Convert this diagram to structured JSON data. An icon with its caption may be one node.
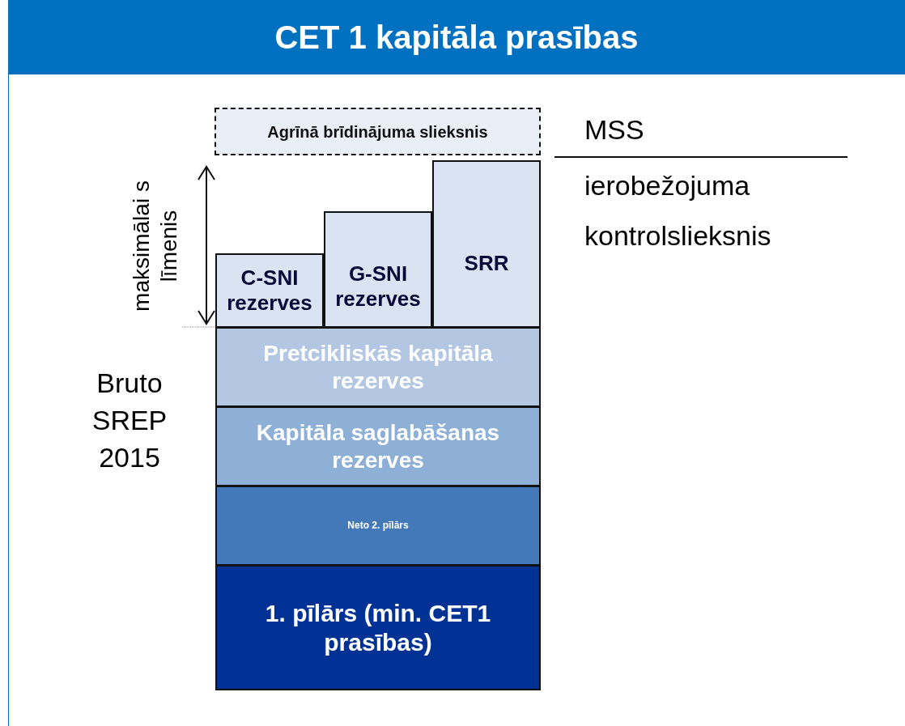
{
  "diagram": {
    "title": "CET 1 kapitāla prasības",
    "nodes": [
      {
        "text": [
          "Agrīnā brīdinājuma slieksnis"
        ]
      },
      {
        "text": [
          "C-SNI rezerves"
        ]
      },
      {
        "text": [
          "G-SNI rezerves"
        ]
      },
      {
        "text": [
          "SRR"
        ]
      },
      {
        "text": [
          "Pretcikliskās kapitāla rezerves"
        ]
      },
      {
        "text": [
          "Kapitāla saglabāšanas rezerves"
        ]
      },
      {
        "text": [
          "Neto 2. pīlārs"
        ]
      },
      {
        "text": [
          "1. pīlārs (min. CET1 prasības)"
        ]
      }
    ],
    "edges": [],
    "labels": [
      "MSS",
      "ierobežojuma kontrolslieksnis",
      "maksimālai s līmenis",
      "Bruto SREP 2015"
    ]
  }
}
